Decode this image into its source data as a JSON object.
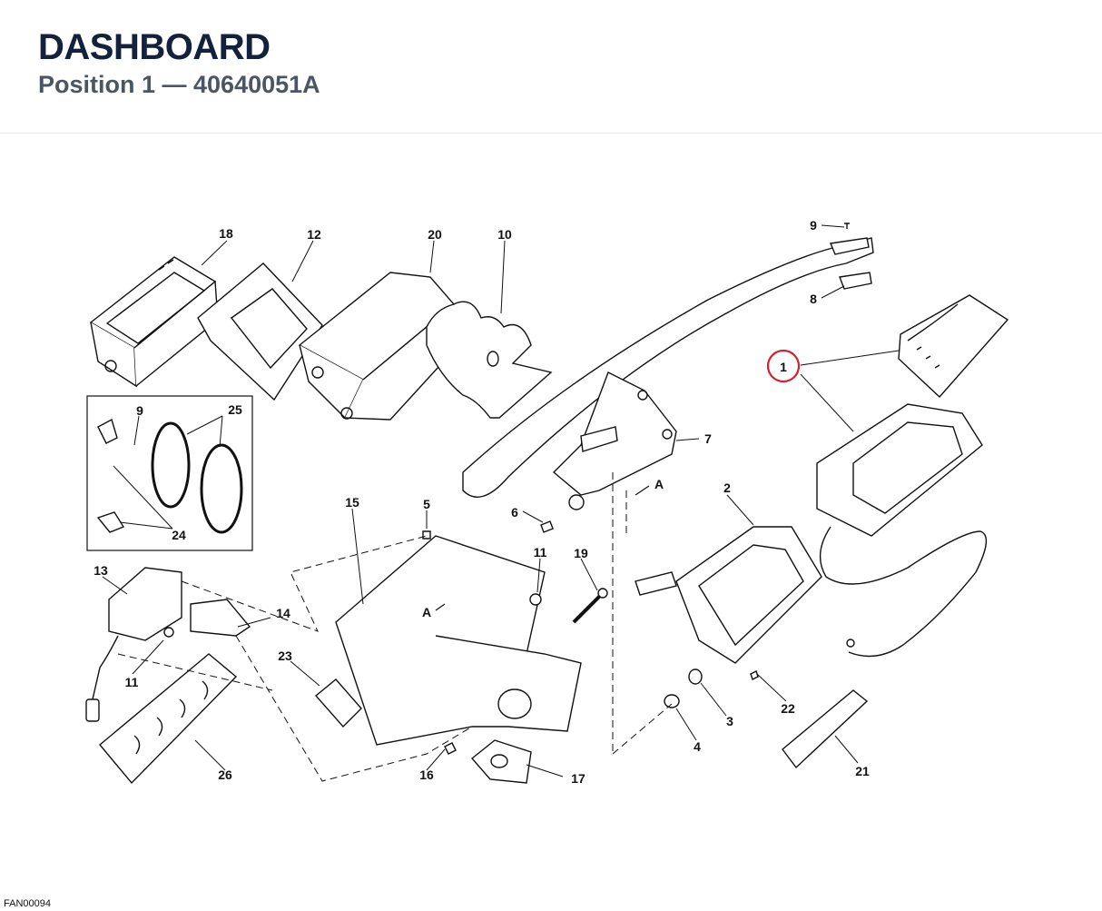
{
  "header": {
    "title": "DASHBOARD",
    "subtitle": "Position 1 — 40640051A"
  },
  "diagram": {
    "highlight_color": "#d81e2c",
    "highlighted_callout": "1",
    "callouts": [
      "1",
      "2",
      "3",
      "4",
      "5",
      "6",
      "7",
      "8",
      "9",
      "10",
      "11",
      "12",
      "13",
      "14",
      "15",
      "16",
      "17",
      "18",
      "19",
      "20",
      "21",
      "22",
      "23",
      "24",
      "25",
      "26"
    ],
    "inset_callouts": [
      "9",
      "24",
      "25"
    ],
    "secondary_callouts": [
      "11"
    ],
    "view_markers": [
      "A",
      "A"
    ]
  },
  "footer": {
    "figure_code": "FAN00094"
  }
}
